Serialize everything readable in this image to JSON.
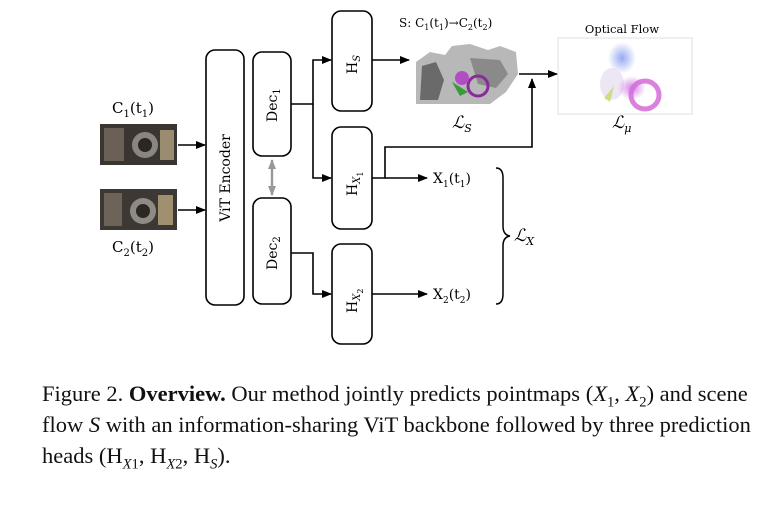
{
  "diagram": {
    "inputs": {
      "c1": {
        "name": "C",
        "sub": "1",
        "arg": "(t",
        "argsub": "1",
        "close": ")"
      },
      "c2": {
        "name": "C",
        "sub": "2",
        "arg": "(t",
        "argsub": "2",
        "close": ")"
      }
    },
    "encoder": "ViT Encoder",
    "decoders": {
      "dec1": {
        "name": "Dec",
        "sub": "1"
      },
      "dec2": {
        "name": "Dec",
        "sub": "2"
      }
    },
    "heads": {
      "hs": {
        "name": "H",
        "sub": "S"
      },
      "hx1": {
        "name": "H",
        "sub": "X",
        "subsub": "1"
      },
      "hx2": {
        "name": "H",
        "sub": "X",
        "subsub": "2"
      }
    },
    "scene_flow": {
      "label_prefix": "S: C",
      "label_c1sub": "1",
      "label_t1": "(t",
      "label_t1sub": "1",
      "label_arrow": ")→C",
      "label_c2sub": "2",
      "label_t2": "(t",
      "label_t2sub": "2",
      "label_close": ")",
      "loss": "ℒ",
      "loss_sub": "S"
    },
    "optical_flow": {
      "title": "Optical Flow",
      "loss": "ℒ",
      "loss_sub": "μ"
    },
    "outputs": {
      "x1": {
        "name": "X",
        "sub": "1",
        "arg": "(t",
        "argsub": "1",
        "close": ")"
      },
      "x2": {
        "name": "X",
        "sub": "2",
        "arg": "(t",
        "argsub": "2",
        "close": ")"
      },
      "loss": "ℒ",
      "loss_sub": "X"
    },
    "colors": {
      "line": "#000000",
      "dec_link": "#999999"
    }
  },
  "caption": {
    "figure": "Figure 2.",
    "heading": "Overview.",
    "t1": " Our method jointly predicts pointmaps (",
    "X": "X",
    "s1": "1",
    "comma": ", ",
    "X2": "X",
    "s2": "2",
    "t2": ") and scene flow ",
    "S": "S",
    "t3": " with an information-sharing ViT backbone followed by three prediction heads (H",
    "h1X": "X",
    "h1s": "1",
    "t4": ", H",
    "h2X": "X",
    "h2s": "2",
    "t5": ", H",
    "hS": "S",
    "t6": ")."
  }
}
